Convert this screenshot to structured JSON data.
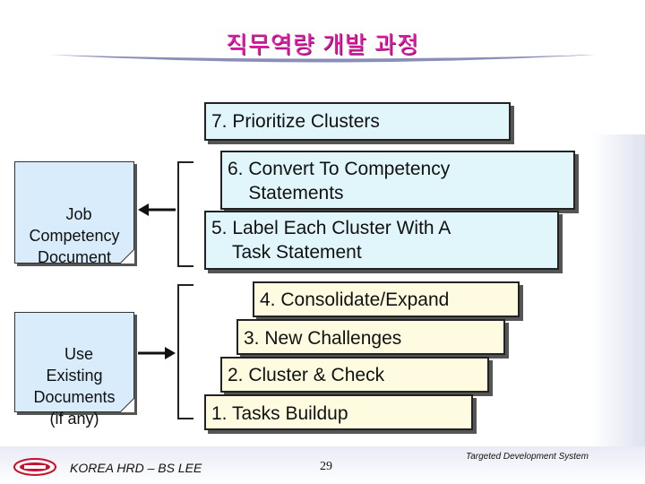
{
  "title": "직무역량 개발 과정",
  "boxes": {
    "b7": "7. Prioritize Clusters",
    "b6": "6. Convert To Competency\n    Statements",
    "b5": "5. Label Each Cluster With A\n    Task Statement",
    "b4": "4. Consolidate/Expand",
    "b3": "3. New Challenges",
    "b2": "2. Cluster & Check",
    "b1": "1. Tasks Buildup"
  },
  "docs": {
    "job": "Job\nCompetency\nDocument",
    "existing": "Use\nExisting\nDocuments\n(if any)"
  },
  "footer": {
    "left": "KOREA HRD – BS LEE",
    "page": "29",
    "right": "Targeted Development System"
  },
  "colors": {
    "title": "#e81aa8",
    "blue_box": "#e0f6fb",
    "yellow_box": "#fffbe0",
    "doc": "#d8ecfb"
  }
}
